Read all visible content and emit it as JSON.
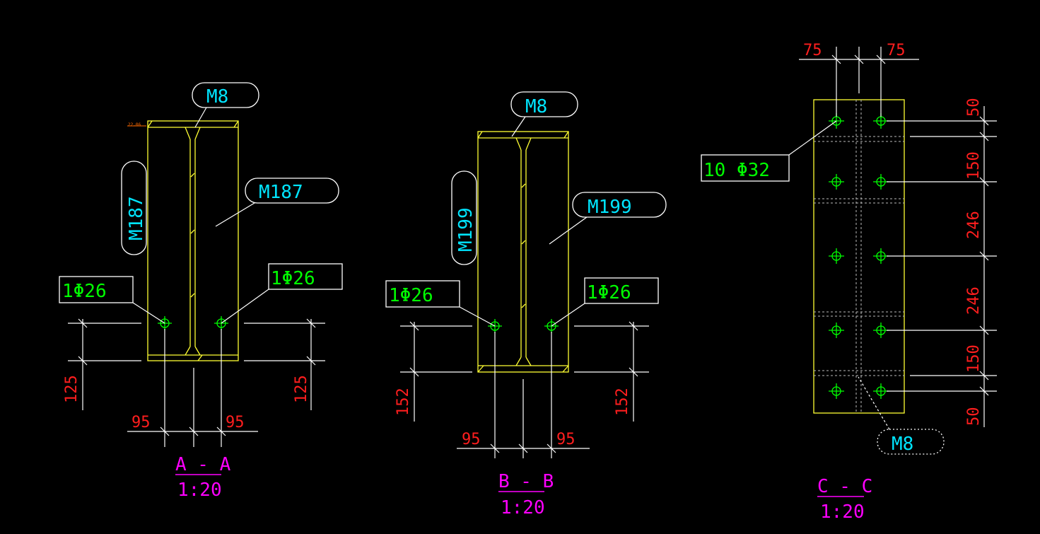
{
  "colors": {
    "background": "#000000",
    "steel_outline": "#ffff33",
    "bolt": "#00ff00",
    "dimension_lines": "#ffffff",
    "dimension_text": "#ff1e1e",
    "member_tag": "#00e5ff",
    "bolt_callout": "#00ff00",
    "section_title": "#ff00ff"
  },
  "sections": [
    {
      "id": "A",
      "title": "A - A",
      "scale": "1:20",
      "web_tag": "M8",
      "flange_tag_vertical": "M187",
      "flange_tag_right": "M187",
      "bolt_left": "1Φ26",
      "bolt_right": "1Φ26",
      "dim_left_vertical": "125",
      "dim_right_vertical": "125",
      "dim_bottom_left": "95",
      "dim_bottom_right": "95",
      "tiny_note": "22.06"
    },
    {
      "id": "B",
      "title": "B - B",
      "scale": "1:20",
      "web_tag": "M8",
      "flange_tag_vertical": "M199",
      "flange_tag_right": "M199",
      "bolt_left": "1Φ26",
      "bolt_right": "1Φ26",
      "dim_left_vertical": "152",
      "dim_right_vertical": "152",
      "dim_bottom_left": "95",
      "dim_bottom_right": "95"
    },
    {
      "id": "C",
      "title": "C - C",
      "scale": "1:20",
      "top_dim_left": "75",
      "top_dim_right": "75",
      "bolt_group": "10 Φ32",
      "web_tag": "M8",
      "right_dims": [
        "50",
        "150",
        "246",
        "246",
        "150",
        "50"
      ]
    }
  ]
}
